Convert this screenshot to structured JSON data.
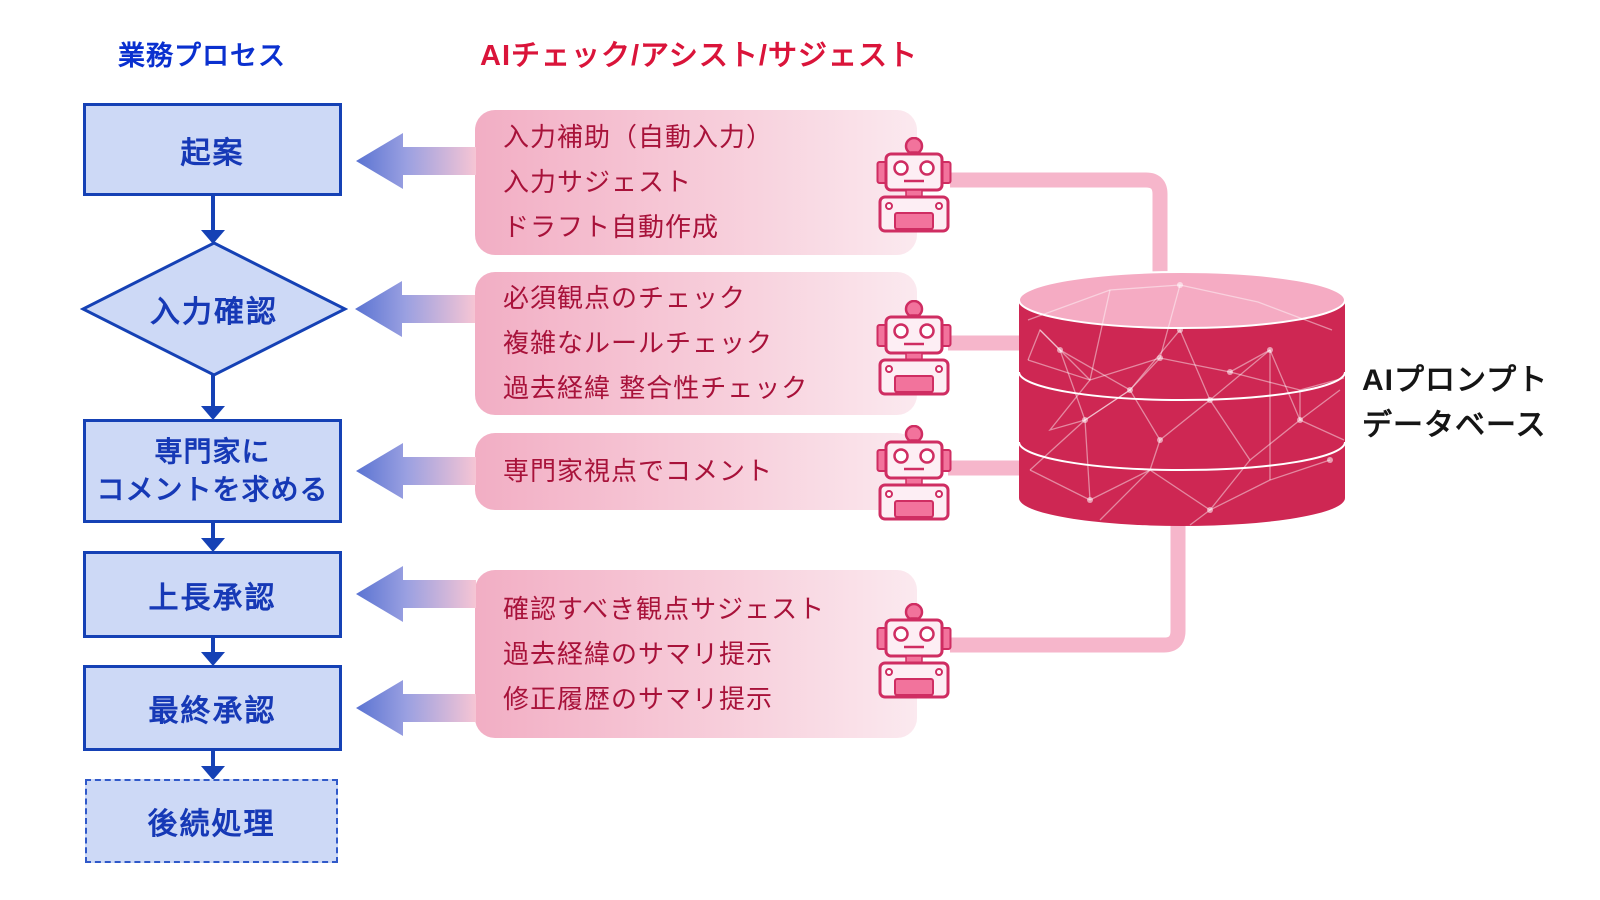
{
  "headers": {
    "process": "業務プロセス",
    "ai": "AIチェック/アシスト/サジェスト"
  },
  "flow": {
    "steps": [
      {
        "label": "起案",
        "shape": "box"
      },
      {
        "label": "入力確認",
        "shape": "diamond"
      },
      {
        "line1": "専門家に",
        "line2": "コメントを求める",
        "shape": "box"
      },
      {
        "label": "上長承認",
        "shape": "box"
      },
      {
        "label": "最終承認",
        "shape": "box"
      },
      {
        "label": "後続処理",
        "shape": "dashed-box"
      }
    ]
  },
  "ai_boxes": [
    {
      "lines": [
        "入力補助（自動入力）",
        "入力サジェスト",
        "ドラフト自動作成"
      ]
    },
    {
      "lines": [
        "必須観点のチェック",
        "複雑なルールチェック",
        "過去経緯 整合性チェック"
      ]
    },
    {
      "lines": [
        "専門家視点でコメント"
      ]
    },
    {
      "lines": [
        "確認すべき観点サジェスト",
        "過去経緯のサマリ提示",
        "修正履歴のサマリ提示"
      ]
    }
  ],
  "database": {
    "label_line1": "AIプロンプト",
    "label_line2": "データベース"
  },
  "icons": {
    "robot": "robot-icon",
    "database": "database-cylinder-icon"
  },
  "colors": {
    "header_blue": "#0a30cf",
    "header_red": "#da143a",
    "flow_border_blue": "#1541b5",
    "flow_fill_blue": "#cdd9f6",
    "flow_text_blue": "#1639b6",
    "ai_box_pink_start": "#f2aec4",
    "ai_box_pink_end": "#fbe9ef",
    "ai_text_red": "#a8123a",
    "robot_outline": "#cf2d62",
    "robot_fill": "#fdeef4",
    "robot_accent": "#f2739c",
    "connector_pink": "#f6b6cb",
    "cylinder_top": "#f6a8c0",
    "cylinder_bottom": "#ce2753",
    "arrow_gradient_blue": "#5a73d2",
    "arrow_gradient_pink": "#f6c5d4",
    "db_label_black": "#151515"
  }
}
